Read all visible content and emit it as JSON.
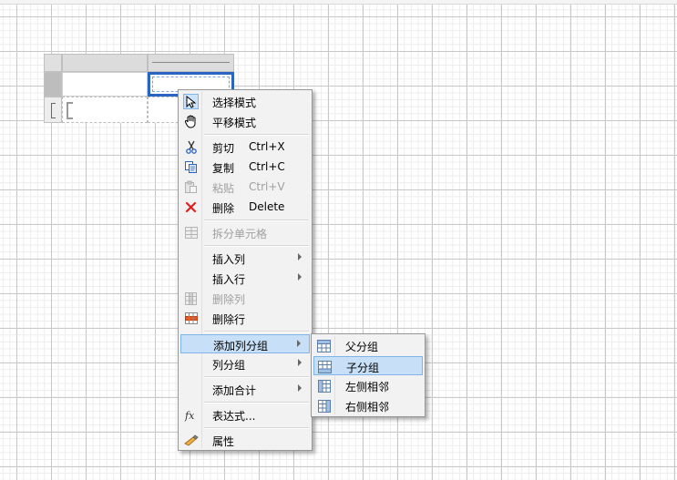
{
  "menu": {
    "items": [
      {
        "label": "选择模式",
        "icon": "cursor-arrow-icon"
      },
      {
        "label": "平移模式",
        "icon": "hand-icon"
      },
      {
        "label": "剪切",
        "shortcut": "Ctrl+X",
        "icon": "scissors-icon"
      },
      {
        "label": "复制",
        "shortcut": "Ctrl+C",
        "icon": "copy-icon"
      },
      {
        "label": "粘贴",
        "shortcut": "Ctrl+V",
        "icon": "paste-icon",
        "disabled": true
      },
      {
        "label": "删除",
        "shortcut": "Delete",
        "icon": "delete-x-icon"
      },
      {
        "label": "拆分单元格",
        "icon": "split-cells-icon",
        "disabled": true
      },
      {
        "label": "插入列",
        "submenu": true
      },
      {
        "label": "插入行",
        "submenu": true
      },
      {
        "label": "删除列",
        "icon": "delete-column-icon",
        "disabled": true
      },
      {
        "label": "删除行",
        "icon": "delete-row-icon"
      },
      {
        "label": "添加列分组",
        "submenu": true,
        "highlighted": true
      },
      {
        "label": "列分组",
        "submenu": true
      },
      {
        "label": "添加合计",
        "submenu": true
      },
      {
        "label": "表达式...",
        "icon": "fx-icon"
      },
      {
        "label": "属性",
        "icon": "properties-icon"
      }
    ]
  },
  "submenu": {
    "items": [
      {
        "label": "父分组",
        "icon": "parent-group-icon"
      },
      {
        "label": "子分组",
        "icon": "child-group-icon",
        "highlighted": true
      },
      {
        "label": "左侧相邻",
        "icon": "adjacent-left-icon"
      },
      {
        "label": "右侧相邻",
        "icon": "adjacent-right-icon"
      }
    ]
  },
  "colors": {
    "selection": "#2a65c4",
    "highlight": "#c7e0f7",
    "delete": "#e02020"
  }
}
